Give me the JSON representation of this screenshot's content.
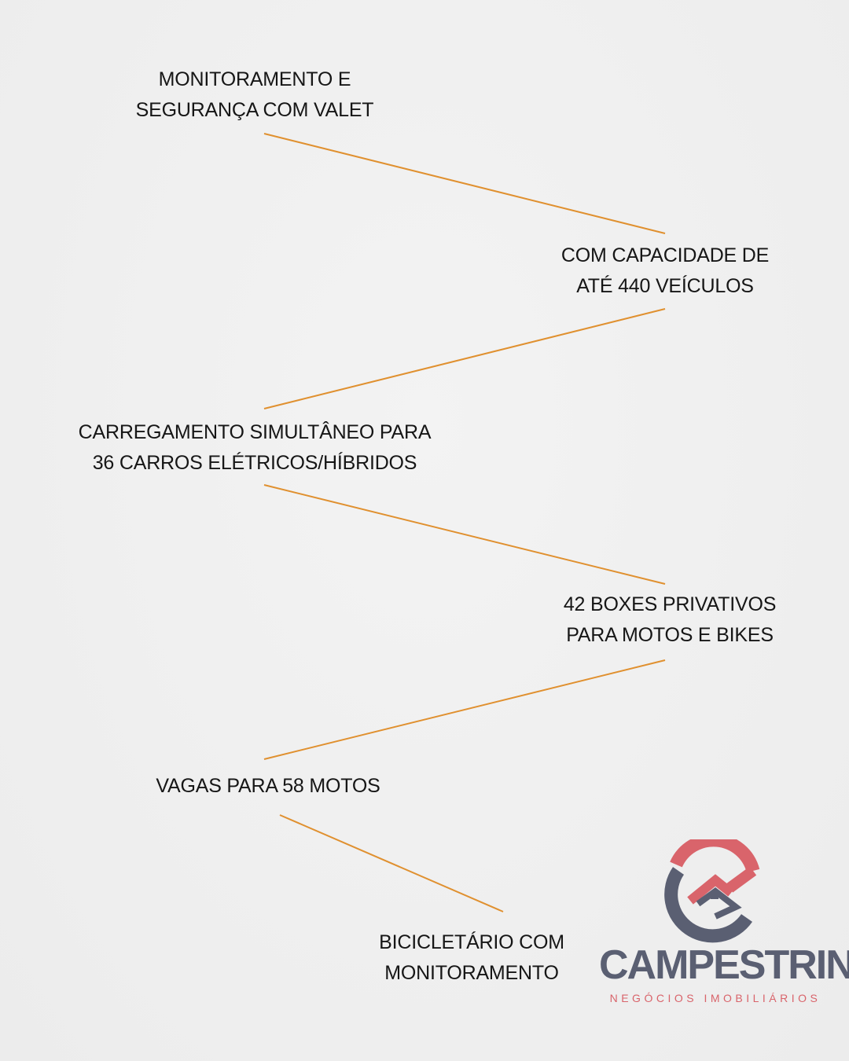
{
  "features": [
    {
      "lines": [
        "MONITORAMENTO E",
        "SEGURANÇA COM VALET"
      ]
    },
    {
      "lines": [
        "COM CAPACIDADE DE",
        "ATÉ 440 VEÍCULOS"
      ]
    },
    {
      "lines": [
        "CARREGAMENTO SIMULTÂNEO PARA",
        "36 CARROS ELÉTRICOS/HÍBRIDOS"
      ]
    },
    {
      "lines": [
        "42 BOXES PRIVATIVOS",
        "PARA MOTOS E BIKES"
      ]
    },
    {
      "lines": [
        "VAGAS PARA 58 MOTOS"
      ]
    },
    {
      "lines": [
        "BICICLETÁRIO COM",
        "MONITORAMENTO"
      ]
    }
  ],
  "logo": {
    "name": "CAMPESTRINI",
    "tagline": "NEGÓCIOS IMOBILIÁRIOS"
  },
  "colors": {
    "line": "#e0902f",
    "text": "#161616",
    "logo_red": "#d9646b",
    "logo_gray": "#5a5f72",
    "background": "#efefef"
  }
}
